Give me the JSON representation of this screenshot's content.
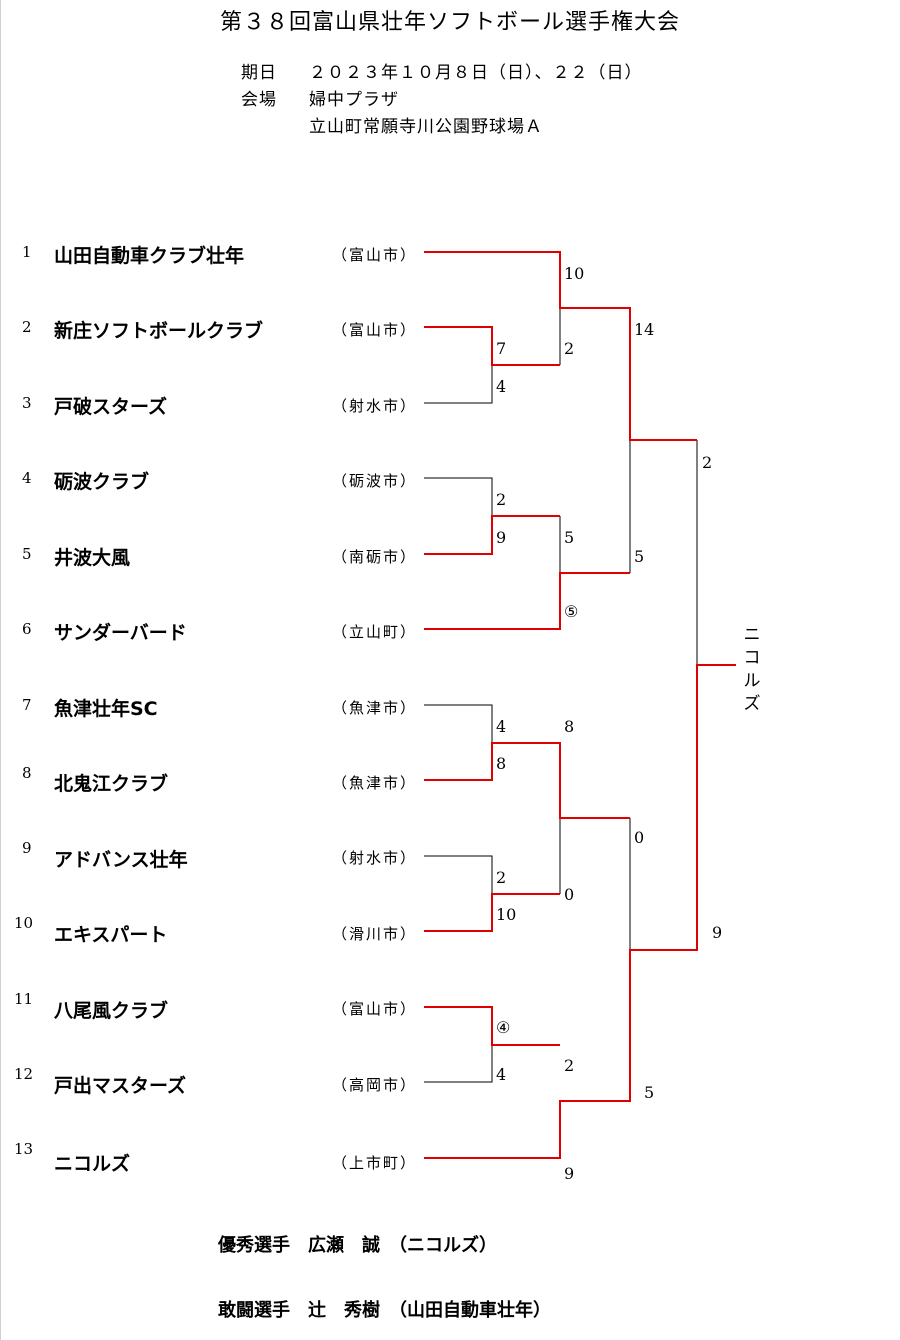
{
  "title": "第３８回富山県壮年ソフトボール選手権大会",
  "info": {
    "date_label": "期日",
    "date_value": "２０２３年１０月８日（日）、２２（日）",
    "venue_label": "会場",
    "venue_1": "婦中プラザ",
    "venue_2": "立山町常願寺川公園野球場Ａ"
  },
  "teams": [
    {
      "seed": "1",
      "name": "山田自動車クラブ壮年",
      "city": "（富山市）"
    },
    {
      "seed": "2",
      "name": "新庄ソフトボールクラブ",
      "city": "（富山市）"
    },
    {
      "seed": "3",
      "name": "戸破スターズ",
      "city": "（射水市）"
    },
    {
      "seed": "4",
      "name": "砺波クラブ",
      "city": "（砺波市）"
    },
    {
      "seed": "5",
      "name": "井波大風",
      "city": "（南砺市）"
    },
    {
      "seed": "6",
      "name": "サンダーバード",
      "city": "（立山町）"
    },
    {
      "seed": "7",
      "name": "魚津壮年SC",
      "city": "（魚津市）"
    },
    {
      "seed": "8",
      "name": "北鬼江クラブ",
      "city": "（魚津市）"
    },
    {
      "seed": "9",
      "name": "アドバンス壮年",
      "city": "（射水市）"
    },
    {
      "seed": "10",
      "name": "エキスパート",
      "city": "（滑川市）"
    },
    {
      "seed": "11",
      "name": "八尾風クラブ",
      "city": "（富山市）"
    },
    {
      "seed": "12",
      "name": "戸出マスターズ",
      "city": "（高岡市）"
    },
    {
      "seed": "13",
      "name": "ニコルズ",
      "city": "（上市町）"
    }
  ],
  "scores": {
    "r1_2v3_top": "7",
    "r1_2v3_bottom": "4",
    "r1_4v5_top": "2",
    "r1_4v5_bottom": "9",
    "r1_7v8_top": "4",
    "r1_7v8_bottom": "8",
    "r1_9v10_top": "2",
    "r1_9v10_bottom": "10",
    "r1_11v12_top": "④",
    "r1_11v12_bottom": "4",
    "r2_1_top": "10",
    "r2_1_bottom": "2",
    "r2_6_top": "5",
    "r2_6_bottom": "⑤",
    "r2_8v10_top": "8",
    "r2_8v10_bottom": "0",
    "r2_13_top": "2",
    "r2_13_bottom": "9",
    "sf_top_top": "14",
    "sf_top_bottom": "5",
    "sf_bottom_top": "0",
    "sf_bottom_bottom": "5",
    "final_top": "2",
    "final_bottom": "9"
  },
  "champion": "ニコルズ",
  "awards": {
    "mvp": "優秀選手　広瀬　誠　（ニコルズ）",
    "fighting": "敢闘選手　辻　秀樹　（山田自動車壮年）"
  },
  "colors": {
    "winner_line": "#e00000",
    "loser_line": "#000000"
  }
}
